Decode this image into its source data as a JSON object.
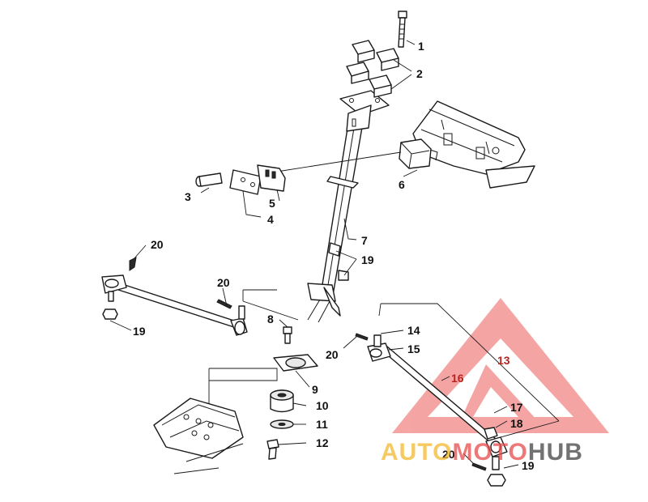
{
  "callouts": {
    "c1": "1",
    "c2": "2",
    "c3": "3",
    "c4": "4",
    "c5": "5",
    "c6": "6",
    "c7": "7",
    "c8": "8",
    "c9": "9",
    "c10": "10",
    "c11": "11",
    "c12": "12",
    "c13": "13",
    "c14": "14",
    "c15": "15",
    "c16": "16",
    "c17": "17",
    "c18": "18",
    "c19_top": "19",
    "c19_left": "19",
    "c19_bottom": "19",
    "c20_top_left": "20",
    "c20_mid_left": "20",
    "c20_mid_right": "20",
    "c20_bottom": "20"
  },
  "watermark": {
    "part_a": "AUTO",
    "part_b": "MOTO",
    "part_c": "HUB",
    "color_a": "#f5b82e",
    "color_b": "#e84b4b",
    "color_c": "#444444"
  }
}
